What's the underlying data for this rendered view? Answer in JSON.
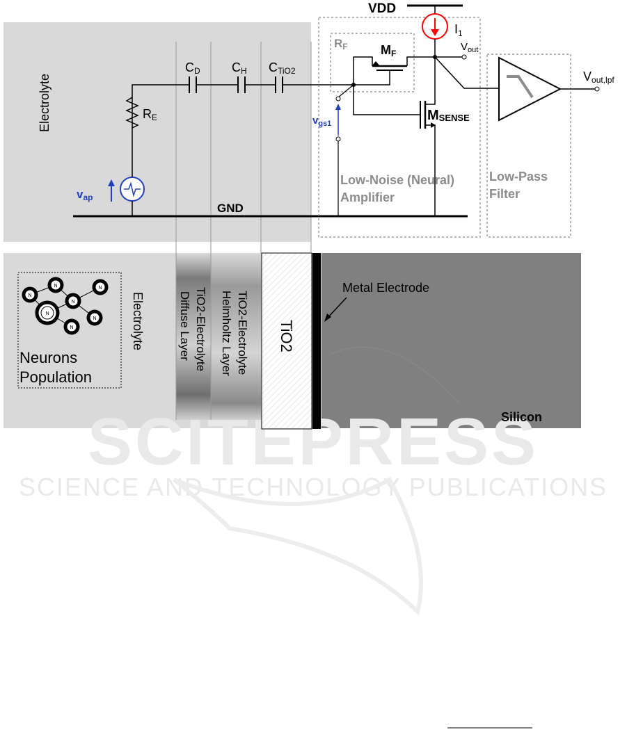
{
  "circuit": {
    "electrolyte_label": "Electrolyte",
    "vdd": "VDD",
    "gnd": "GND",
    "current_source": {
      "main": "I",
      "sub": "1"
    },
    "re": {
      "main": "R",
      "sub": "E"
    },
    "cd": {
      "main": "C",
      "sub": "D"
    },
    "ch": {
      "main": "C",
      "sub": "H"
    },
    "ctio2": {
      "main": "C",
      "sub": "TiO2"
    },
    "vap": {
      "main": "v",
      "sub": "ap"
    },
    "vgs1": {
      "main": "v",
      "sub": "gs1"
    },
    "rf": {
      "main": "R",
      "sub": "F"
    },
    "mf": {
      "main": "M",
      "sub": "F"
    },
    "msense": {
      "main": "M",
      "sub": "SENSE"
    },
    "vout": {
      "main": "V",
      "sub": "out"
    },
    "vout_lpf": {
      "main": "V",
      "sub": "out,lpf"
    },
    "lna_label": {
      "line1": "Low-Noise (Neural)",
      "line2": "Amplifier"
    },
    "lpf_label": {
      "line1": "Low-Pass",
      "line2": "Filter"
    }
  },
  "cross_section": {
    "neurons_label": {
      "line1": "Neurons",
      "line2": "Population"
    },
    "neuron_node_label": "N",
    "electrolyte_label": "Electrolyte",
    "diffuse_layer": {
      "line1": "TiO2-Electrolyte",
      "line2": "Diffuse Layer"
    },
    "helmholtz_layer": {
      "line1": "TiO2-Electrolyte",
      "line2": "Helmholtz Layer"
    },
    "tio2_label": "TiO2",
    "metal_electrode": "Metal Electrode",
    "silicon": "Silicon"
  },
  "watermark": {
    "main": "SCITEPRESS",
    "sub": "SCIENCE AND TECHNOLOGY PUBLICATIONS"
  },
  "colors": {
    "panel": "#d9d9d9",
    "silicon": "#808080",
    "wire": "#000000",
    "blue": "#1f3fbf",
    "red": "#ff0000",
    "gray_label": "#8c8c8c",
    "watermark": "#e9e9e9"
  }
}
